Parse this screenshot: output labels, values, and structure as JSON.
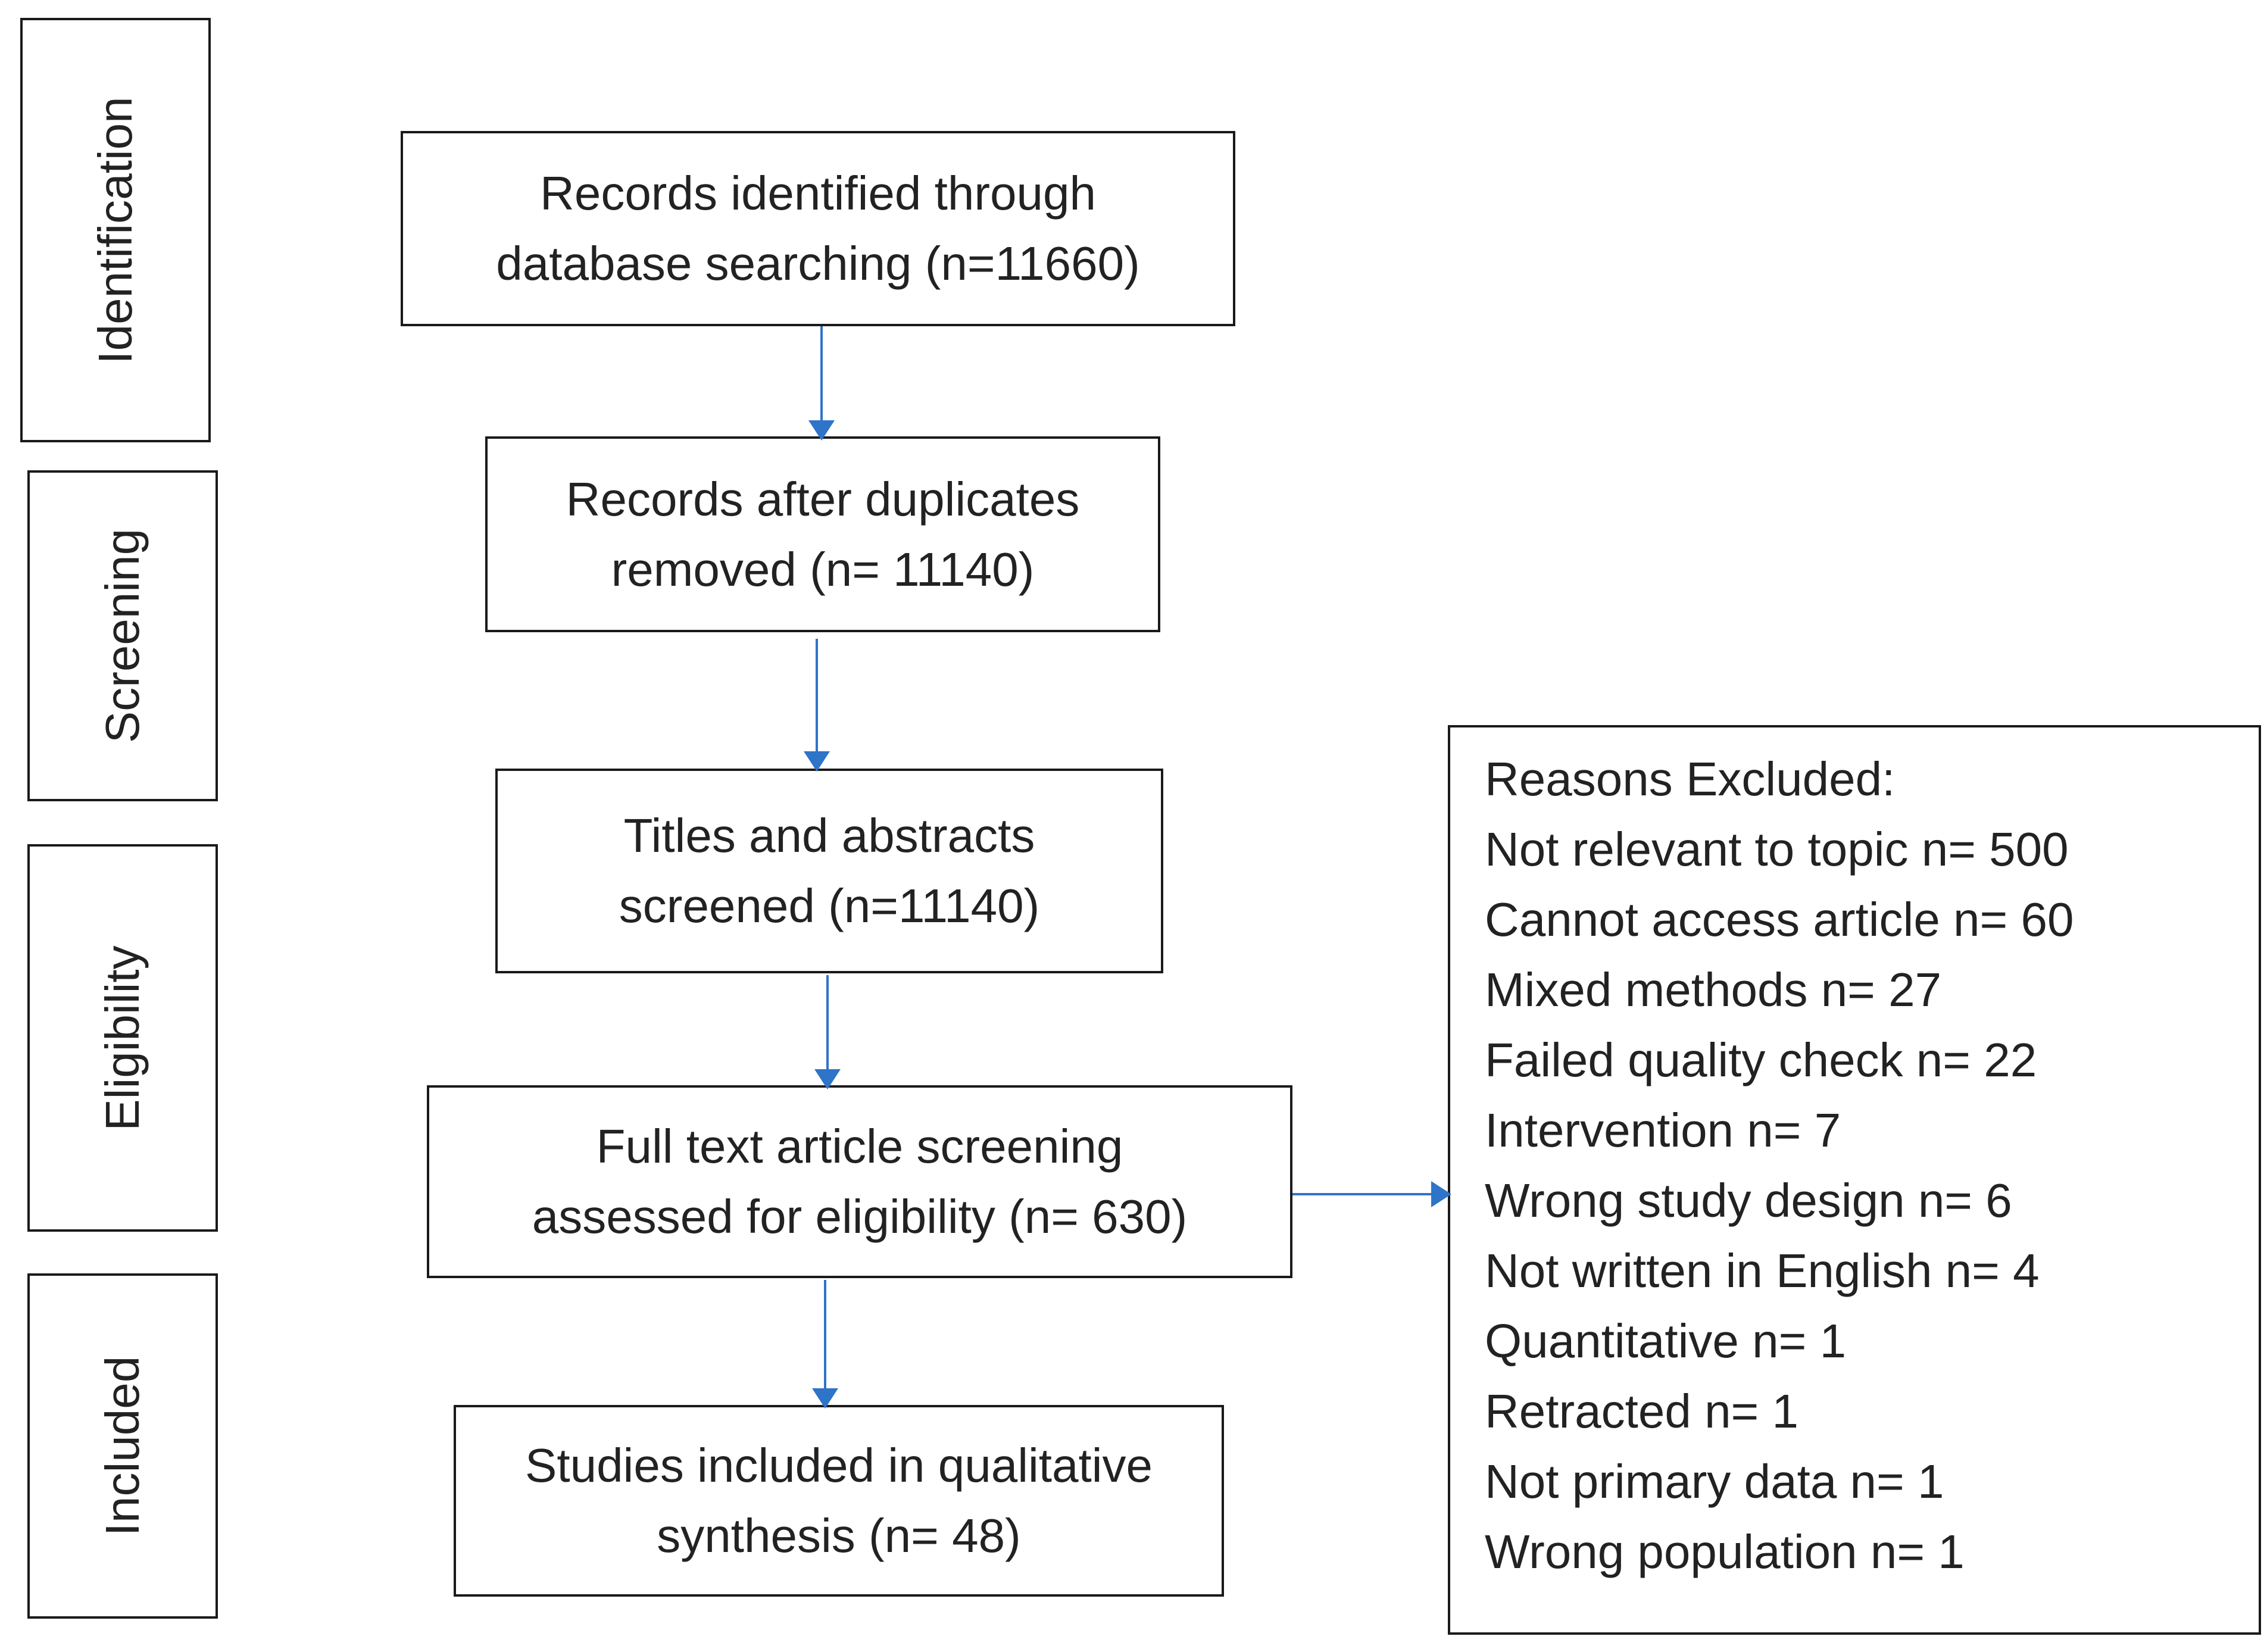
{
  "stages": {
    "identification": "Identification",
    "screening": "Screening",
    "eligibility": "Eligibility",
    "included": "Included"
  },
  "flow": {
    "records_identified": {
      "line1": "Records identified through",
      "line2": "database searching (n=11660)"
    },
    "after_duplicates": {
      "line1": "Records after duplicates",
      "line2": "removed (n= 11140)"
    },
    "titles_abstracts": {
      "line1": "Titles and abstracts",
      "line2": "screened (n=11140)"
    },
    "full_text": {
      "line1": "Full text article screening",
      "line2": "assessed for eligibility (n= 630)"
    },
    "included_studies": {
      "line1": "Studies included in qualitative",
      "line2": "synthesis (n= 48)"
    }
  },
  "exclusions": {
    "heading": "Reasons Excluded:",
    "items": [
      "Not relevant to topic n= 500",
      "Cannot access article n= 60",
      "Mixed methods n= 27",
      "Failed quality check n= 22",
      "Intervention n= 7",
      "Wrong study design n= 6",
      "Not written in English n= 4",
      "Quantitative n= 1",
      "Retracted n= 1",
      "Not primary data n= 1",
      "Wrong population n= 1"
    ]
  },
  "colors": {
    "arrow": "#2e74c8",
    "border": "#1a1a1a",
    "text": "#222222"
  }
}
